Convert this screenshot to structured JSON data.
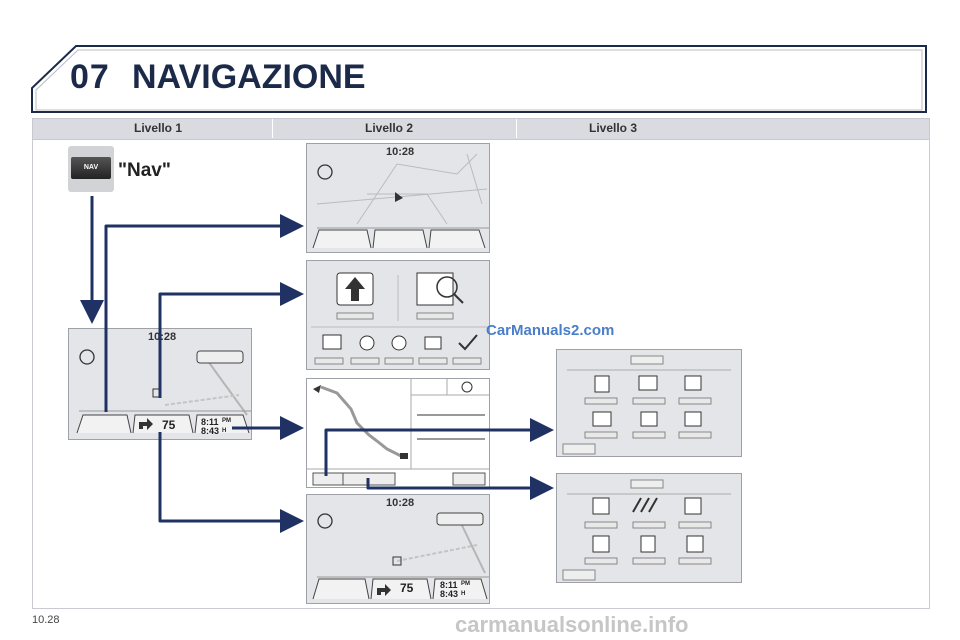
{
  "header": {
    "chapter": "07",
    "title": "NAVIGAZIONE"
  },
  "levels": {
    "level1": "Livello 1",
    "level2": "Livello 2",
    "level3": "Livello 3"
  },
  "level1": {
    "nav_label": "\"Nav\"",
    "nav_button_text": "NAV",
    "clock": "10:28",
    "distance": "75",
    "arrival_time": "8:11",
    "arrival_suffix": "PM",
    "duration": "8:43",
    "duration_suffix": "H"
  },
  "level2": {
    "map_clock": "10:28",
    "guidance_clock": "10:28",
    "distance": "75",
    "arrival_time": "8:11",
    "arrival_suffix": "PM",
    "duration": "8:43",
    "duration_suffix": "H"
  },
  "watermark": "CarManuals2.com",
  "page_number": "10.28",
  "footer_watermark": "carmanualsonline.info",
  "colors": {
    "title": "#1c2a4a",
    "arrows": "#1f3263",
    "watermark": "#4a7ec9"
  }
}
